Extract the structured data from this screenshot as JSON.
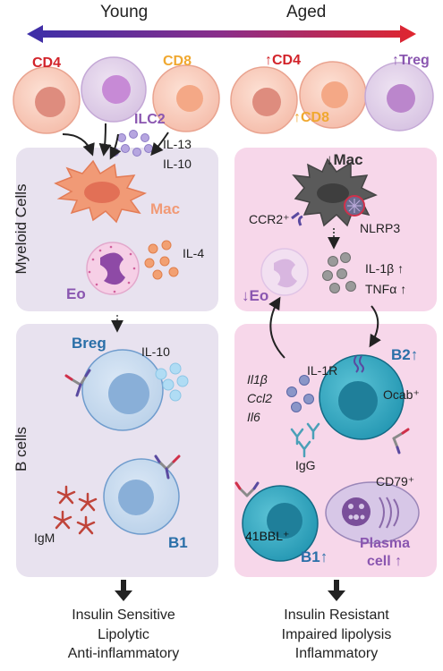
{
  "colors": {
    "arrow_young": "#4a2ea8",
    "arrow_aged": "#e0262e",
    "panel_lavender": "#e8e2ef",
    "panel_pink": "#f7d7ea",
    "cd4": "#d2232a",
    "cd8": "#f0a830",
    "purple_label": "#8a56b0",
    "blue_label": "#2a6fa8"
  },
  "header": {
    "young": "Young",
    "aged": "Aged"
  },
  "top_cells": {
    "young_cd4": "CD4",
    "ilc2": "ILC2",
    "young_cd8": "CD8",
    "aged_cd4": "CD4",
    "aged_cd8": "CD8",
    "treg": "Treg"
  },
  "row_labels": {
    "myeloid": "Myeloid Cells",
    "bcells": "B cells"
  },
  "young_myeloid": {
    "il13": "IL-13",
    "il10": "IL-10",
    "mac": "Mac",
    "il4": "IL-4",
    "eo": "Eo"
  },
  "aged_myeloid": {
    "mac": "Mac",
    "ccr2": "CCR2⁺",
    "nlrp3": "NLRP3",
    "eo": "Eo",
    "il1b": "IL-1β",
    "tnfa": "TNFα"
  },
  "young_bcells": {
    "breg": "Breg",
    "il10": "IL-10",
    "igm": "IgM",
    "b1": "B1"
  },
  "aged_bcells": {
    "il1b_gene": "Il1β",
    "ccl2_gene": "Ccl2",
    "il6_gene": "Il6",
    "il1r": "IL-1R",
    "b2": "B2",
    "ocab": "Ocab⁺",
    "igg": "IgG",
    "cd79": "CD79⁺",
    "bbl": "41BBL⁺",
    "b1": "B1",
    "plasma": "Plasma",
    "cell": "cell"
  },
  "outcomes": {
    "young": [
      "Insulin Sensitive",
      "Lipolytic",
      "Anti-inflammatory"
    ],
    "aged": [
      "Insulin Resistant",
      "Impaired lipolysis",
      "Inflammatory"
    ]
  }
}
